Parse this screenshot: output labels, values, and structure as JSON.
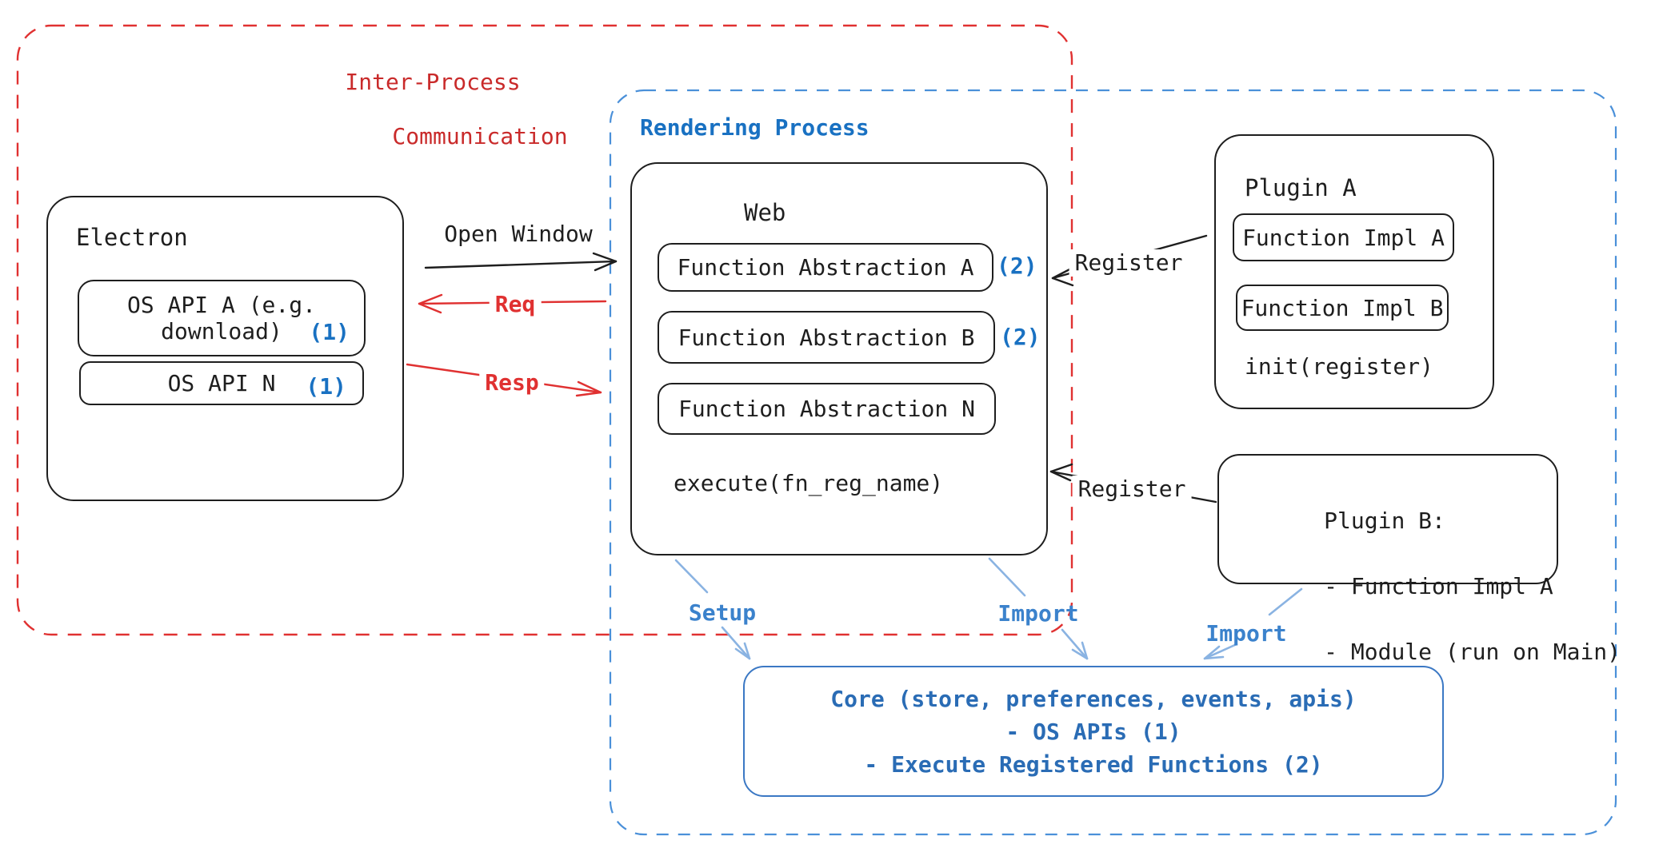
{
  "diagram": {
    "title_context": "Electron plugin architecture diagram",
    "ipc_region": {
      "label_line1": "Inter-Process",
      "label_line2": "Communication"
    },
    "rendering_region": {
      "label": "Rendering Process"
    },
    "electron": {
      "title": "Electron",
      "os_api_a_line1": "OS API A (e.g.",
      "os_api_a_line2": "download)",
      "os_api_a_ref": "(1)",
      "os_api_n": "OS API N",
      "os_api_n_ref": "(1)"
    },
    "web": {
      "title": "Web",
      "fn_abstraction_a": "Function Abstraction A",
      "fn_abstraction_a_ref": "(2)",
      "fn_abstraction_b": "Function Abstraction B",
      "fn_abstraction_b_ref": "(2)",
      "fn_abstraction_n": "Function Abstraction N",
      "execute": "execute(fn_reg_name)"
    },
    "plugin_a": {
      "title": "Plugin A",
      "impl_a": "Function Impl A",
      "impl_b": "Function Impl B",
      "init": "init(register)"
    },
    "plugin_b": {
      "title": "Plugin B:",
      "item_1": "- Function Impl A",
      "item_2": "- Module (run on Main)"
    },
    "core": {
      "line1": "Core (store, preferences, events, apis)",
      "line2": "- OS APIs (1)",
      "line3": "- Execute Registered Functions (2)"
    },
    "arrows": {
      "open_window": "Open Window",
      "req": "Req",
      "resp": "Resp",
      "register_plugin_a": "Register",
      "register_plugin_b": "Register",
      "setup": "Setup",
      "import_web": "Import",
      "import_plugin_b": "Import"
    },
    "colors": {
      "black": "#1e1e1e",
      "red": "#e03131",
      "red-text": "#c92a2a",
      "blue": "#1971c2",
      "blue-label": "#3b82cc",
      "blue-border": "#4a90d9",
      "blue-arrow": "#8ab3e2",
      "core-border": "#3b78c4"
    }
  }
}
